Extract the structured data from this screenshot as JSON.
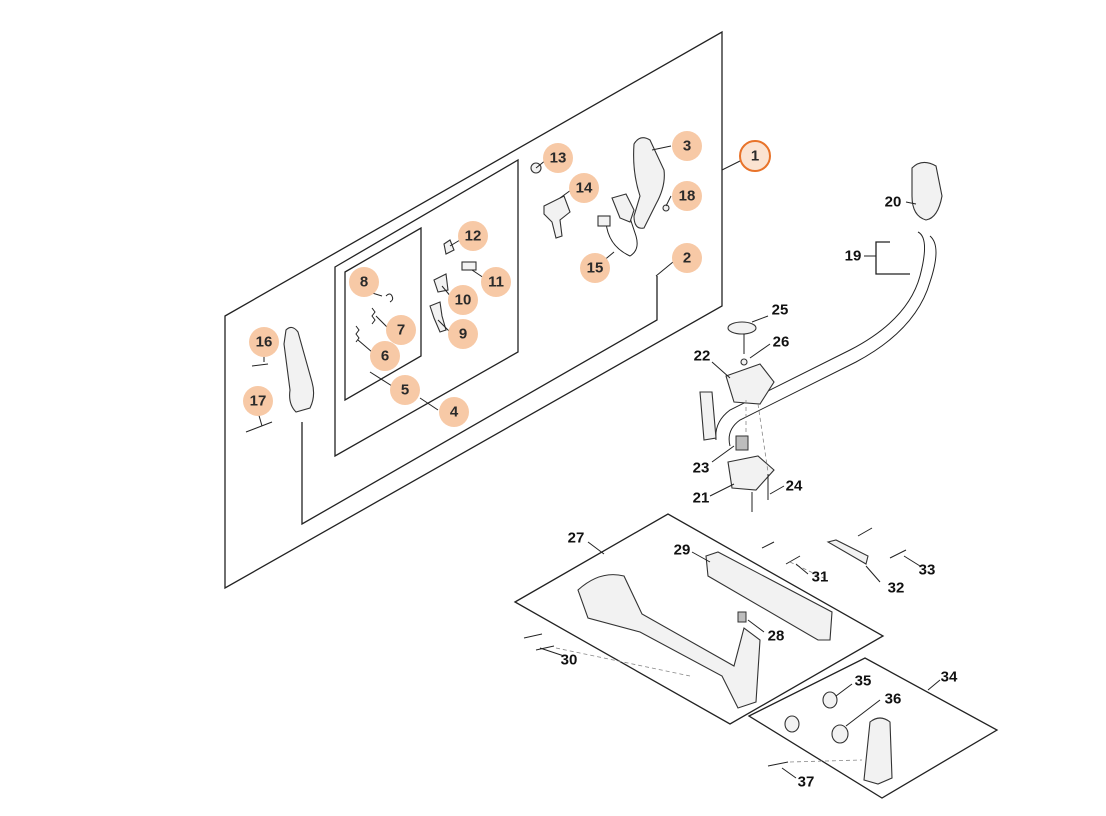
{
  "callouts_highlighted": [
    {
      "id": "1",
      "label": "1"
    },
    {
      "id": "2",
      "label": "2"
    },
    {
      "id": "3",
      "label": "3"
    },
    {
      "id": "4",
      "label": "4"
    },
    {
      "id": "5",
      "label": "5"
    },
    {
      "id": "6",
      "label": "6"
    },
    {
      "id": "7",
      "label": "7"
    },
    {
      "id": "8",
      "label": "8"
    },
    {
      "id": "9",
      "label": "9"
    },
    {
      "id": "10",
      "label": "10"
    },
    {
      "id": "11",
      "label": "11"
    },
    {
      "id": "12",
      "label": "12"
    },
    {
      "id": "13",
      "label": "13"
    },
    {
      "id": "14",
      "label": "14"
    },
    {
      "id": "15",
      "label": "15"
    },
    {
      "id": "16",
      "label": "16"
    },
    {
      "id": "17",
      "label": "17"
    },
    {
      "id": "18",
      "label": "18"
    }
  ],
  "callouts_plain": [
    {
      "id": "19",
      "label": "19"
    },
    {
      "id": "20",
      "label": "20"
    },
    {
      "id": "21",
      "label": "21"
    },
    {
      "id": "22",
      "label": "22"
    },
    {
      "id": "23",
      "label": "23"
    },
    {
      "id": "24",
      "label": "24"
    },
    {
      "id": "25",
      "label": "25"
    },
    {
      "id": "26",
      "label": "26"
    },
    {
      "id": "27",
      "label": "27"
    },
    {
      "id": "28",
      "label": "28"
    },
    {
      "id": "29",
      "label": "29"
    },
    {
      "id": "30",
      "label": "30"
    },
    {
      "id": "31",
      "label": "31"
    },
    {
      "id": "32",
      "label": "32"
    },
    {
      "id": "33",
      "label": "33"
    },
    {
      "id": "34",
      "label": "34"
    },
    {
      "id": "35",
      "label": "35"
    },
    {
      "id": "36",
      "label": "36"
    },
    {
      "id": "37",
      "label": "37"
    }
  ],
  "colors": {
    "callout_fill": "#f7c9a6",
    "selected_ring": "#e8732a",
    "line": "#222222"
  }
}
